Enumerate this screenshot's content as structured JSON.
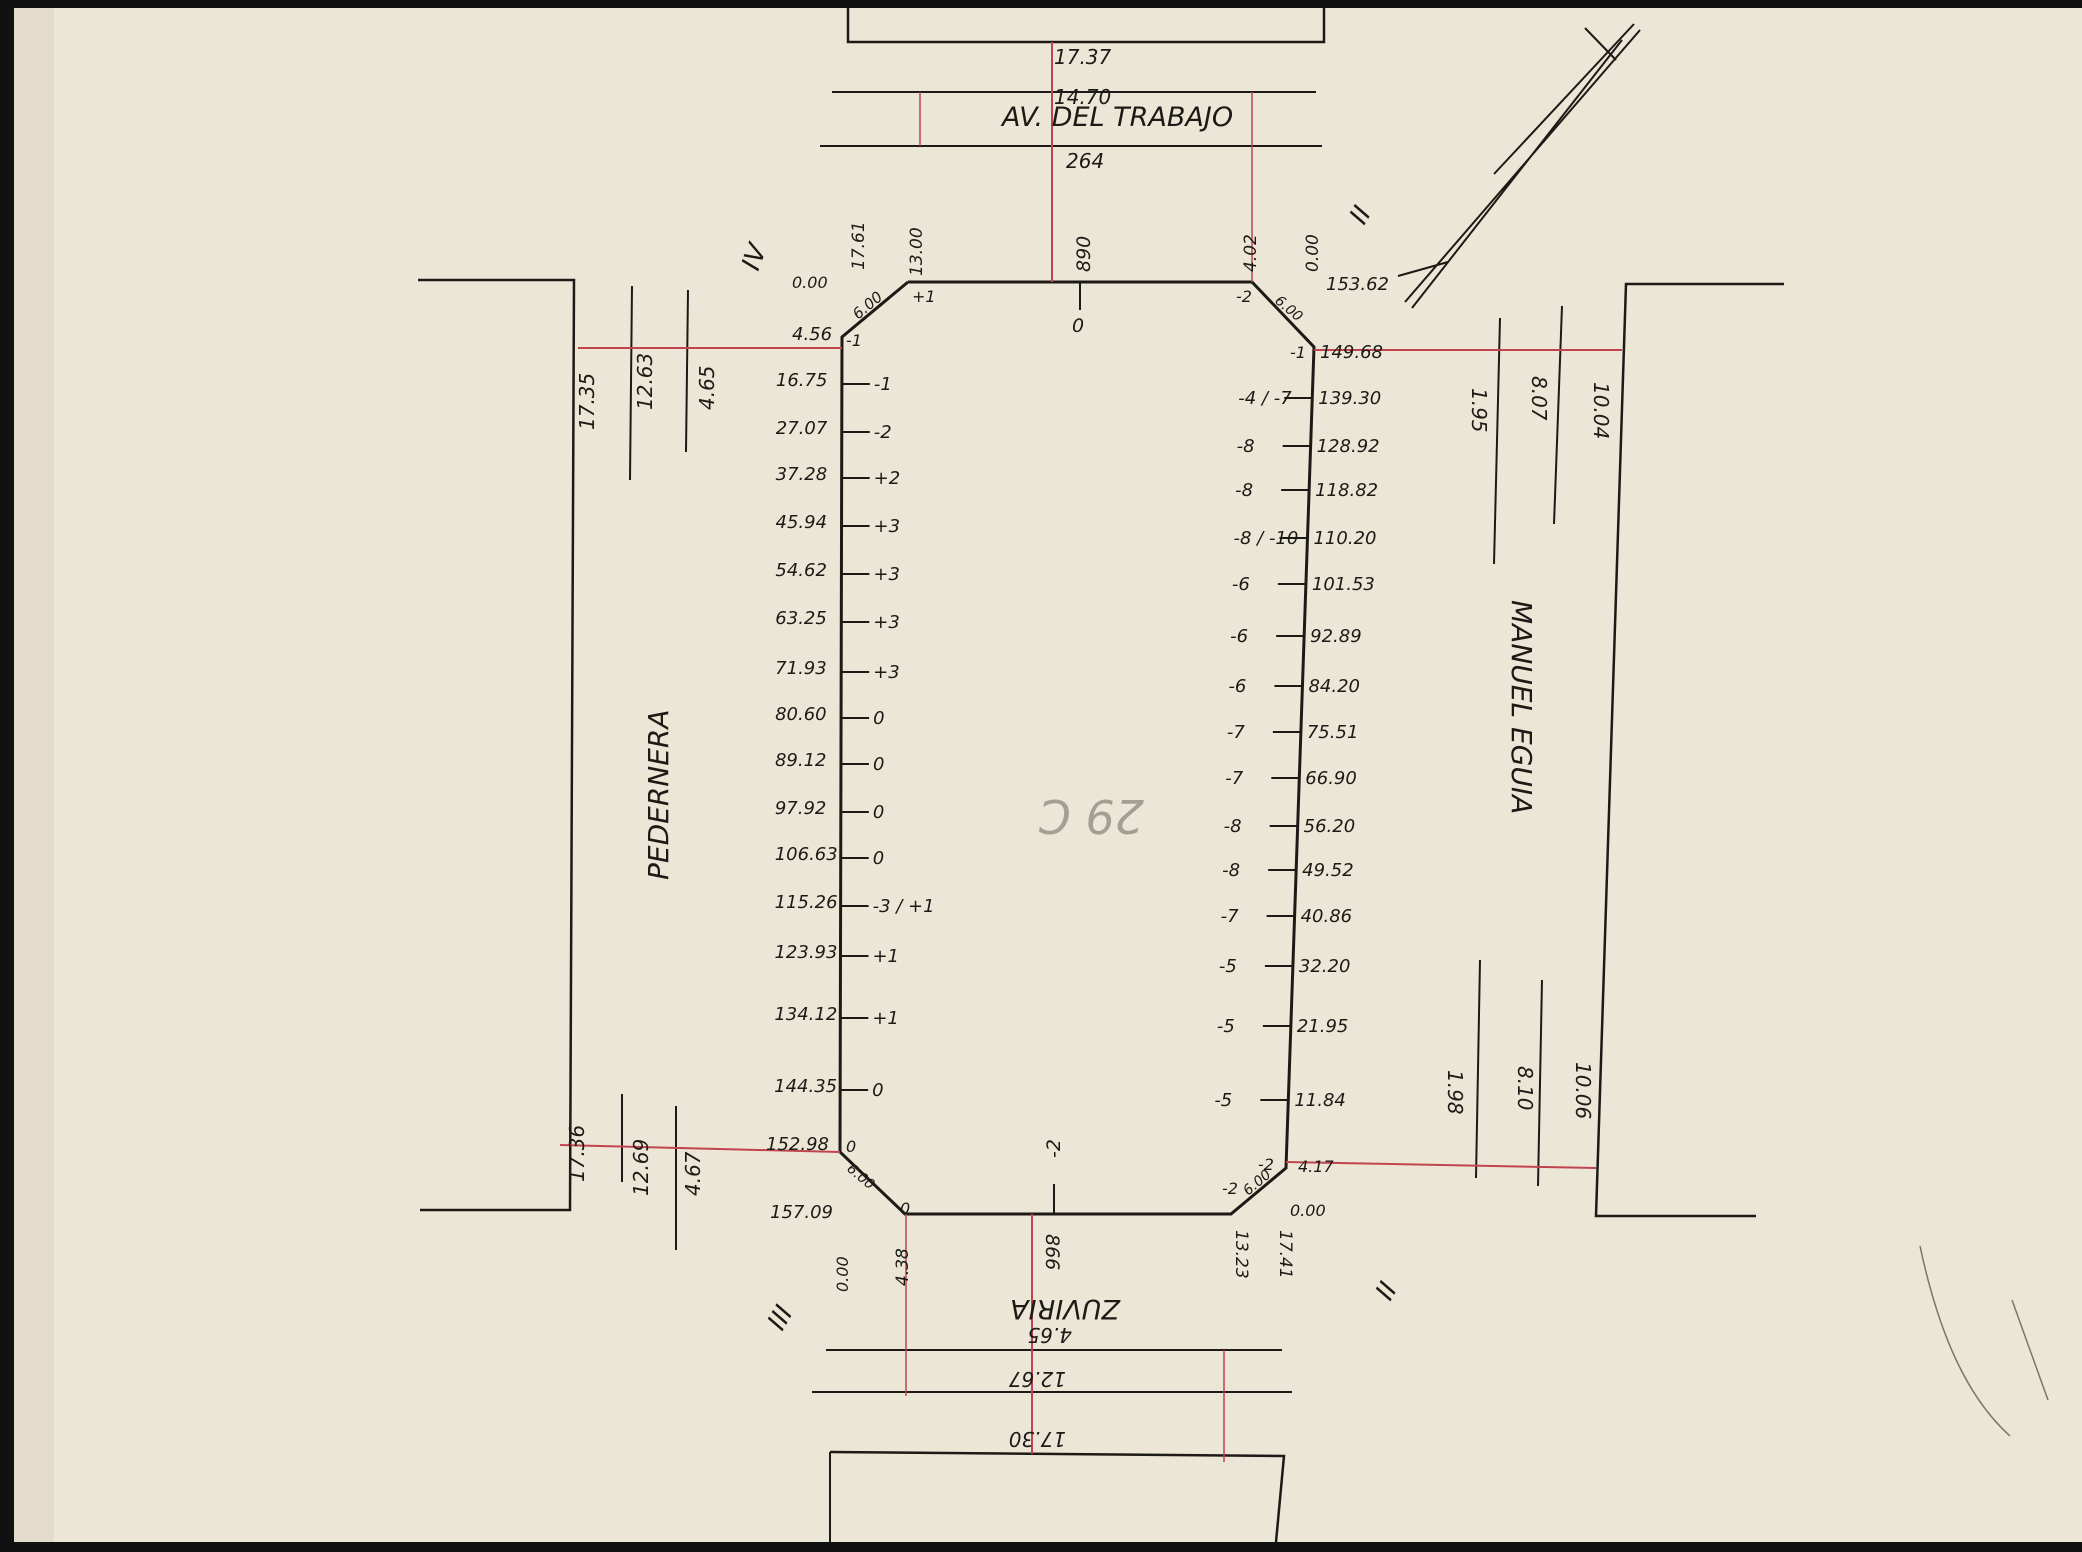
{
  "colors": {
    "paper": "#ece6d6",
    "ink": "#1c1a16",
    "red_line": "#c0444f",
    "border": "#111111"
  },
  "streets": {
    "top": "AV. DEL TRABAJO",
    "left": "PEDERNERA",
    "right": "MANUEL EGUIA",
    "bottom": "ZUVIRIA"
  },
  "center_label": "29 C",
  "corner_marks": {
    "top_left": "IV",
    "top_right": "II",
    "bottom_left": "III",
    "bottom_right": "II"
  },
  "top_street": {
    "measures": [
      "17.37",
      "14.70",
      "264"
    ],
    "mid_value": "890",
    "mid_level": "0"
  },
  "bottom_street": {
    "measures": [
      "4.65",
      "12.67",
      "17.30"
    ],
    "mid_value": "866",
    "mid_level": "-2"
  },
  "left_street": {
    "upper": [
      "17.35",
      "12.63",
      "4.65"
    ],
    "lower": [
      "17.36",
      "12.69",
      "4.67"
    ]
  },
  "right_street": {
    "upper": [
      "1.95",
      "8.07",
      "10.04"
    ],
    "lower": [
      "1.98",
      "8.10",
      "10.06"
    ]
  },
  "corners": {
    "top_left": {
      "top": [
        "17.61",
        "13.00"
      ],
      "left": [
        "0.00",
        "4.56"
      ],
      "chamfer": "6.00",
      "levels": [
        "+1",
        "-1"
      ]
    },
    "top_right": {
      "top": [
        "4.02",
        "0.00"
      ],
      "right": [
        "153.62",
        "149.68"
      ],
      "chamfer": "6.00",
      "levels": [
        "-2",
        "-1"
      ]
    },
    "bottom_left": {
      "left": [
        "152.98",
        "157.09"
      ],
      "bottom": [
        "0.00",
        "4.38"
      ],
      "chamfer": "6.00",
      "levels": [
        "0",
        "0"
      ]
    },
    "bottom_right": {
      "right": [
        "4.17",
        "0.00"
      ],
      "bottom": [
        "13.23",
        "17.41"
      ],
      "chamfer": "6.00",
      "levels": [
        "-2",
        "-2"
      ]
    }
  },
  "left_profile": [
    {
      "dist": "16.75",
      "level": "-1"
    },
    {
      "dist": "27.07",
      "level": "-2"
    },
    {
      "dist": "37.28",
      "level": "+2"
    },
    {
      "dist": "45.94",
      "level": "+3"
    },
    {
      "dist": "54.62",
      "level": "+3"
    },
    {
      "dist": "63.25",
      "level": "+3"
    },
    {
      "dist": "71.93",
      "level": "+3"
    },
    {
      "dist": "80.60",
      "level": "0"
    },
    {
      "dist": "89.12",
      "level": "0"
    },
    {
      "dist": "97.92",
      "level": "0"
    },
    {
      "dist": "106.63",
      "level": "0"
    },
    {
      "dist": "115.26",
      "level": "-3 / +1"
    },
    {
      "dist": "123.93",
      "level": "+1"
    },
    {
      "dist": "134.12",
      "level": "+1"
    },
    {
      "dist": "144.35",
      "level": "0"
    }
  ],
  "right_profile": [
    {
      "dist": "139.30",
      "level": "-4 / -7"
    },
    {
      "dist": "128.92",
      "level": "-8"
    },
    {
      "dist": "118.82",
      "level": "-8"
    },
    {
      "dist": "110.20",
      "level": "-8 / -10"
    },
    {
      "dist": "101.53",
      "level": "-6"
    },
    {
      "dist": "92.89",
      "level": "-6"
    },
    {
      "dist": "84.20",
      "level": "-6"
    },
    {
      "dist": "75.51",
      "level": "-7"
    },
    {
      "dist": "66.90",
      "level": "-7"
    },
    {
      "dist": "56.20",
      "level": "-8"
    },
    {
      "dist": "49.52",
      "level": "-8"
    },
    {
      "dist": "40.86",
      "level": "-7"
    },
    {
      "dist": "32.20",
      "level": "-5"
    },
    {
      "dist": "21.95",
      "level": "-5"
    },
    {
      "dist": "11.84",
      "level": "-5"
    }
  ]
}
